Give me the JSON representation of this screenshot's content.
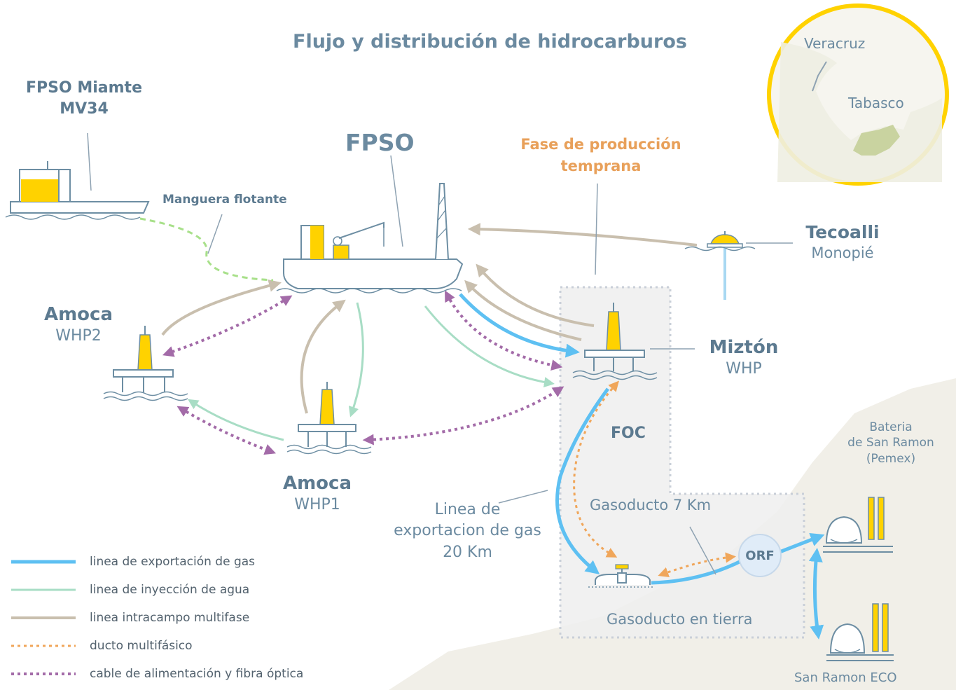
{
  "title": "Flujo y distribución de hidrocarburos",
  "colors": {
    "gas_export": "#5ec0f2",
    "water_injection": "#a8ddc5",
    "multiphase_intrafield": "#c9bfae",
    "multiphase_duct": "#f0a65a",
    "power_fiber": "#a36ba8",
    "yellow": "#ffd200",
    "structure": "#6d8ea3",
    "label": "#6b8aa0",
    "label_dark": "#5c7a90",
    "orange_label": "#e8a05a",
    "land": "#f1efe8",
    "zone": "#eeeeee"
  },
  "labels": {
    "fpso_miamte_line1": "FPSO Miamte",
    "fpso_miamte_line2": "MV34",
    "manguera": "Manguera flotante",
    "fpso": "FPSO",
    "fase_line1": "Fase de producción",
    "fase_line2": "temprana",
    "tecoalli_name": "Tecoalli",
    "tecoalli_type": "Monopié",
    "amoca2_name": "Amoca",
    "amoca2_type": "WHP2",
    "amoca1_name": "Amoca",
    "amoca1_type": "WHP1",
    "mizton_name": "Miztón",
    "mizton_type": "WHP",
    "foc": "FOC",
    "linea_line1": "Linea de",
    "linea_line2": "exportacion de gas",
    "linea_line3": "20 Km",
    "gasoducto7": "Gasoducto 7 Km",
    "gasoducto_tierra": "Gasoducto en tierra",
    "orf": "ORF",
    "bateria_line1": "Bateria",
    "bateria_line2": "de San Ramon",
    "bateria_line3": "(Pemex)",
    "san_ramon_eco": "San Ramon ECO",
    "veracruz": "Veracruz",
    "tabasco": "Tabasco"
  },
  "legend": [
    {
      "label": "linea de exportación de gas",
      "style": "solid",
      "color": "#5ec0f2",
      "width": 5
    },
    {
      "label": "linea de inyección de agua",
      "style": "solid",
      "color": "#a8ddc5",
      "width": 3
    },
    {
      "label": "linea intracampo multifase",
      "style": "solid",
      "color": "#c9bfae",
      "width": 4
    },
    {
      "label": "ducto multifásico",
      "style": "dotted",
      "color": "#f0a65a",
      "width": 3
    },
    {
      "label": "cable de alimentación y fibra óptica",
      "style": "dotted",
      "color": "#a36ba8",
      "width": 4
    }
  ]
}
